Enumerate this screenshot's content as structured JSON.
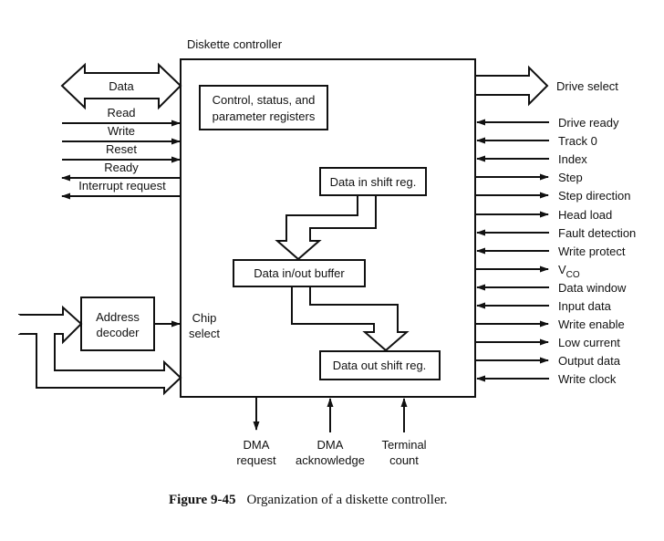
{
  "title": "Diskette controller",
  "caption": {
    "number": "Figure 9-45",
    "text": "Organization of a diskette controller."
  },
  "internal_blocks": {
    "registers_line1": "Control, status, and",
    "registers_line2": "parameter registers",
    "data_in_shift": "Data in shift reg.",
    "data_buffer": "Data in/out buffer",
    "data_out_shift": "Data out shift reg."
  },
  "address_decoder": {
    "line1": "Address",
    "line2": "decoder"
  },
  "chip_select": {
    "line1": "Chip",
    "line2": "select"
  },
  "left_signals": {
    "data_bus": "Data",
    "items": [
      {
        "label": "Read",
        "direction": "in"
      },
      {
        "label": "Write",
        "direction": "in"
      },
      {
        "label": "Reset",
        "direction": "in"
      },
      {
        "label": "Ready",
        "direction": "out"
      },
      {
        "label": "Interrupt request",
        "direction": "out"
      }
    ]
  },
  "right_signals": {
    "drive_select": "Drive select",
    "items": [
      {
        "label": "Drive ready",
        "direction": "in"
      },
      {
        "label": "Track 0",
        "direction": "in"
      },
      {
        "label": "Index",
        "direction": "in"
      },
      {
        "label": "Step",
        "direction": "out"
      },
      {
        "label": "Step direction",
        "direction": "out"
      },
      {
        "label": "Head load",
        "direction": "out"
      },
      {
        "label": "Fault detection",
        "direction": "in"
      },
      {
        "label": "Write protect",
        "direction": "in"
      },
      {
        "label": "V",
        "sub": "CO",
        "direction": "out"
      },
      {
        "label": "Data window",
        "direction": "in"
      },
      {
        "label": "Input data",
        "direction": "in"
      },
      {
        "label": "Write enable",
        "direction": "out"
      },
      {
        "label": "Low current",
        "direction": "out"
      },
      {
        "label": "Output data",
        "direction": "out"
      },
      {
        "label": "Write clock",
        "direction": "in"
      }
    ]
  },
  "bottom_signals": [
    {
      "line1": "DMA",
      "line2": "request",
      "direction": "out"
    },
    {
      "line1": "DMA",
      "line2": "acknowledge",
      "direction": "in"
    },
    {
      "line1": "Terminal",
      "line2": "count",
      "direction": "in"
    }
  ]
}
